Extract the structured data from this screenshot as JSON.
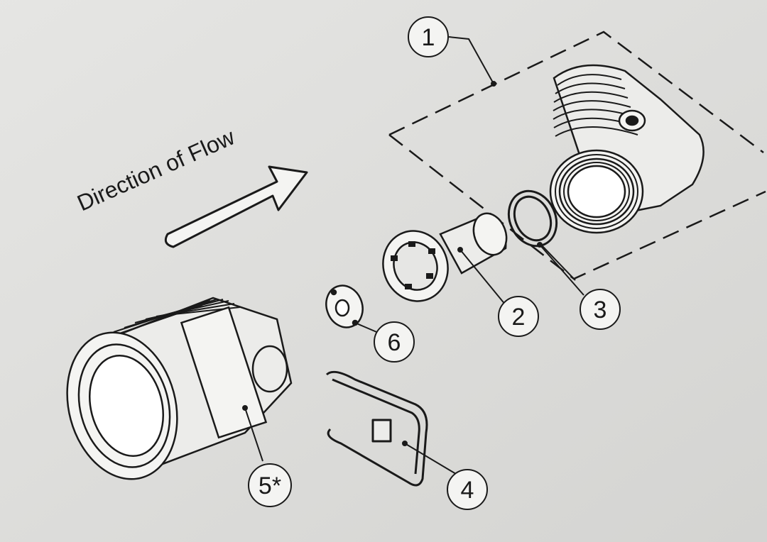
{
  "diagram": {
    "flow_label": "Direction of Flow",
    "callouts": [
      {
        "id": "1",
        "label": "1"
      },
      {
        "id": "2",
        "label": "2"
      },
      {
        "id": "3",
        "label": "3"
      },
      {
        "id": "4",
        "label": "4"
      },
      {
        "id": "5",
        "label": "5*"
      },
      {
        "id": "6",
        "label": "6"
      }
    ]
  },
  "colors": {
    "background": "#d9d9d7",
    "ink": "#1a1a1a"
  }
}
